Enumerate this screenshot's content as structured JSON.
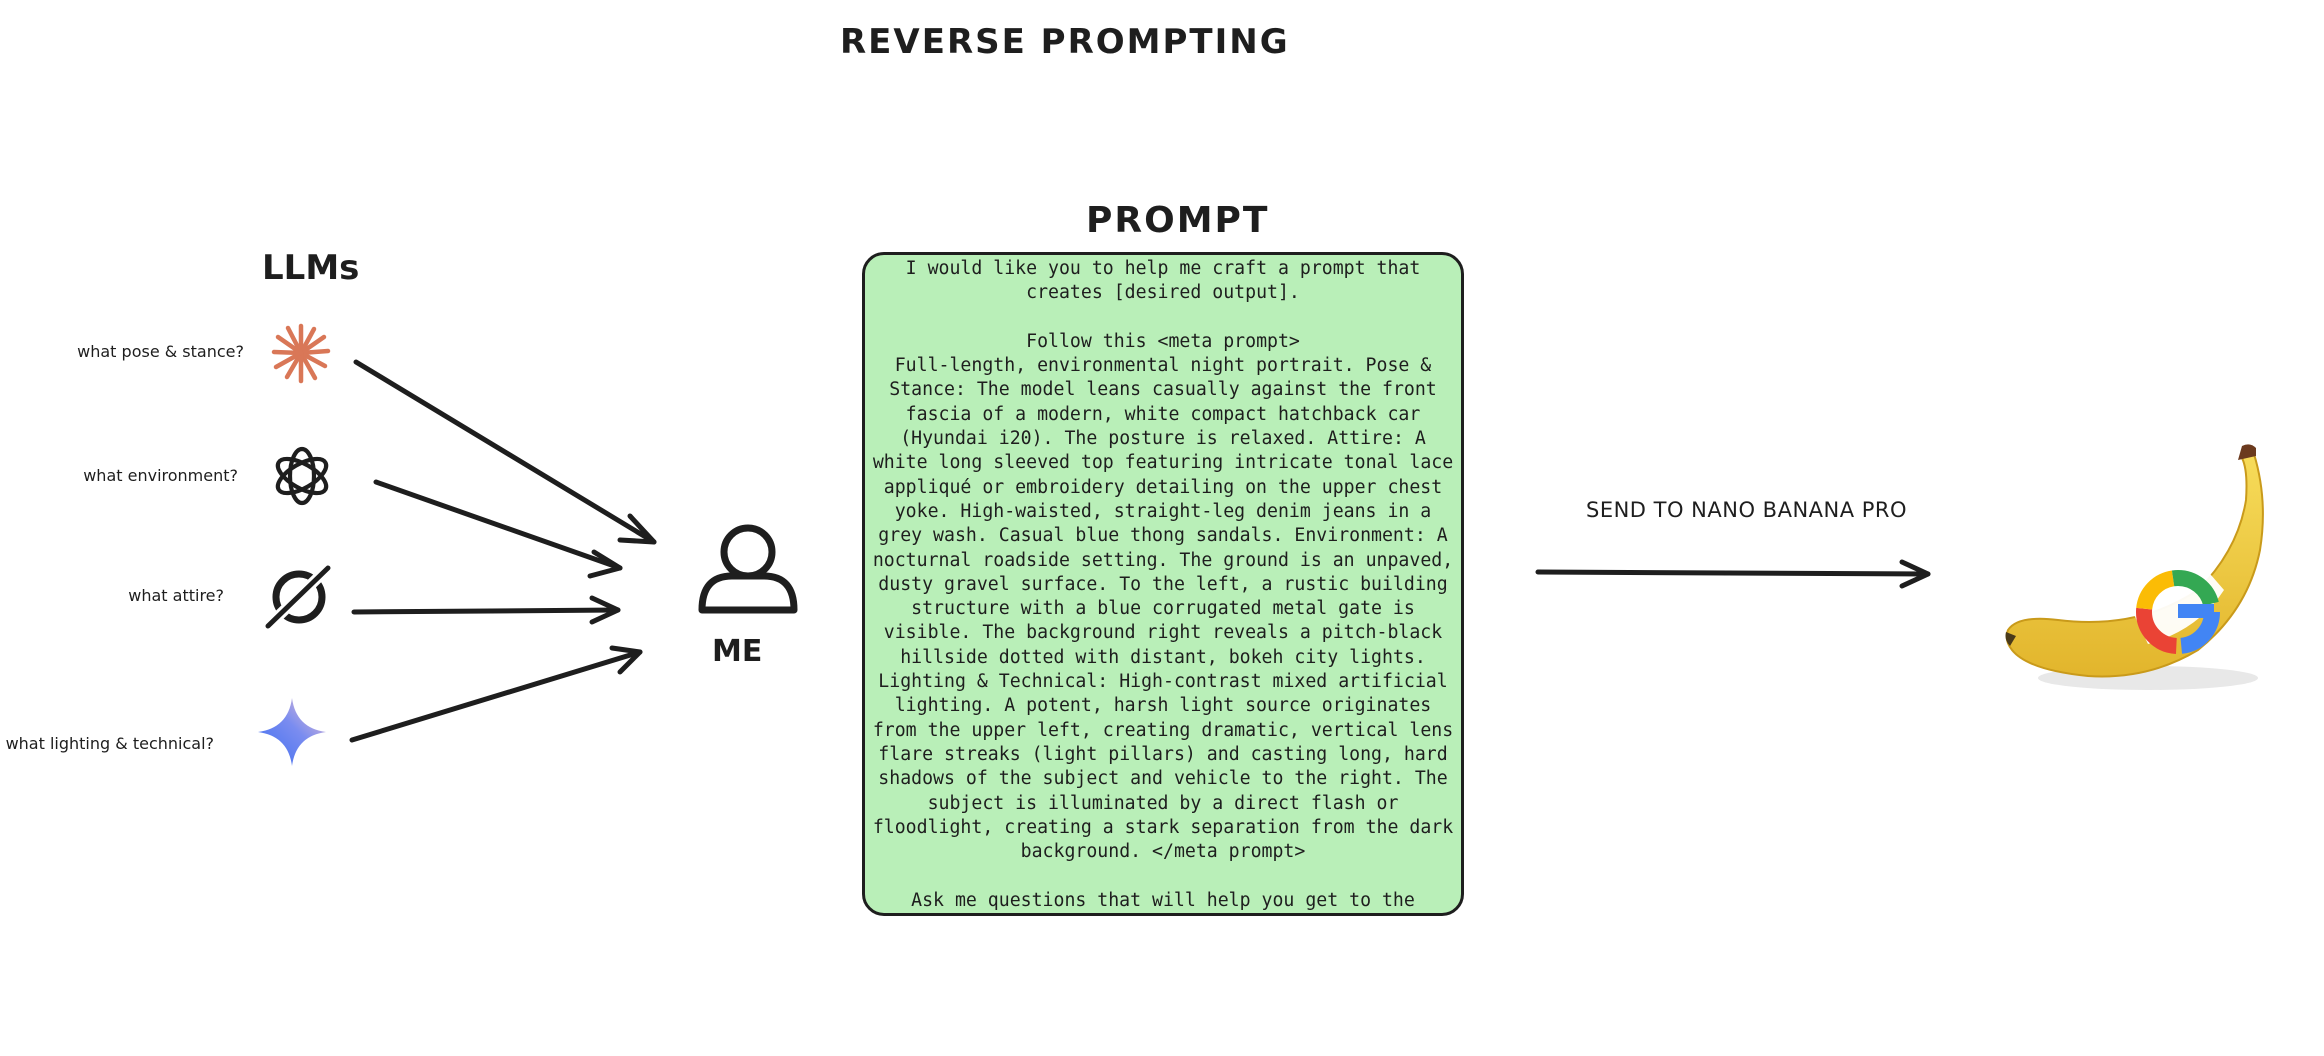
{
  "title": "REVERSE PROMPTING",
  "llm_section": {
    "heading": "LLMs",
    "questions": [
      {
        "text": "what pose & stance?",
        "icon": "claude-icon"
      },
      {
        "text": "what environment?",
        "icon": "openai-icon"
      },
      {
        "text": "what attire?",
        "icon": "grok-icon"
      },
      {
        "text": "what lighting & technical?",
        "icon": "gemini-icon"
      }
    ]
  },
  "me_label": "ME",
  "prompt": {
    "heading": "PROMPT",
    "intro": "I would like you to help me craft a prompt that creates [desired output].",
    "meta_open": "Follow this <meta prompt>",
    "meta_body": "Full-length, environmental night portrait. Pose & Stance: The model leans casually against the front fascia of a modern, white compact hatchback car (Hyundai i20). The posture is relaxed. Attire: A white long sleeved top featuring intricate tonal lace appliqué or embroidery detailing on the upper chest yoke. High-waisted, straight-leg denim jeans in a grey wash. Casual blue thong sandals. Environment: A nocturnal roadside setting. The ground is an unpaved, dusty gravel surface. To the left, a rustic building structure with a blue corrugated metal gate is visible. The background right reveals a pitch-black hillside dotted with distant, bokeh city lights. Lighting & Technical: High-contrast mixed artificial lighting. A potent, harsh light source originates from the upper left, creating dramatic, vertical lens flare streaks (light pillars) and casting long, hard shadows of the subject and vehicle to the right. The subject is illuminated by a direct flash or floodlight, creating a stark separation from the dark background. </meta prompt>",
    "closing": "Ask me questions that will help you get to the [desired output] based on the meta prompt features (Pose & Stance, Attire, Environment, Lighting & Technical)"
  },
  "send_label": "SEND TO NANO BANANA PRO",
  "colors": {
    "prompt_fill": "#b9efb8",
    "stroke": "#1e1e1e",
    "claude": "#d97757",
    "gemini_blue": "#3b6df0",
    "banana": "#f3cf3f",
    "google_blue": "#4285f4",
    "google_red": "#ea4335",
    "google_yellow": "#fbbc05",
    "google_green": "#34a853"
  }
}
